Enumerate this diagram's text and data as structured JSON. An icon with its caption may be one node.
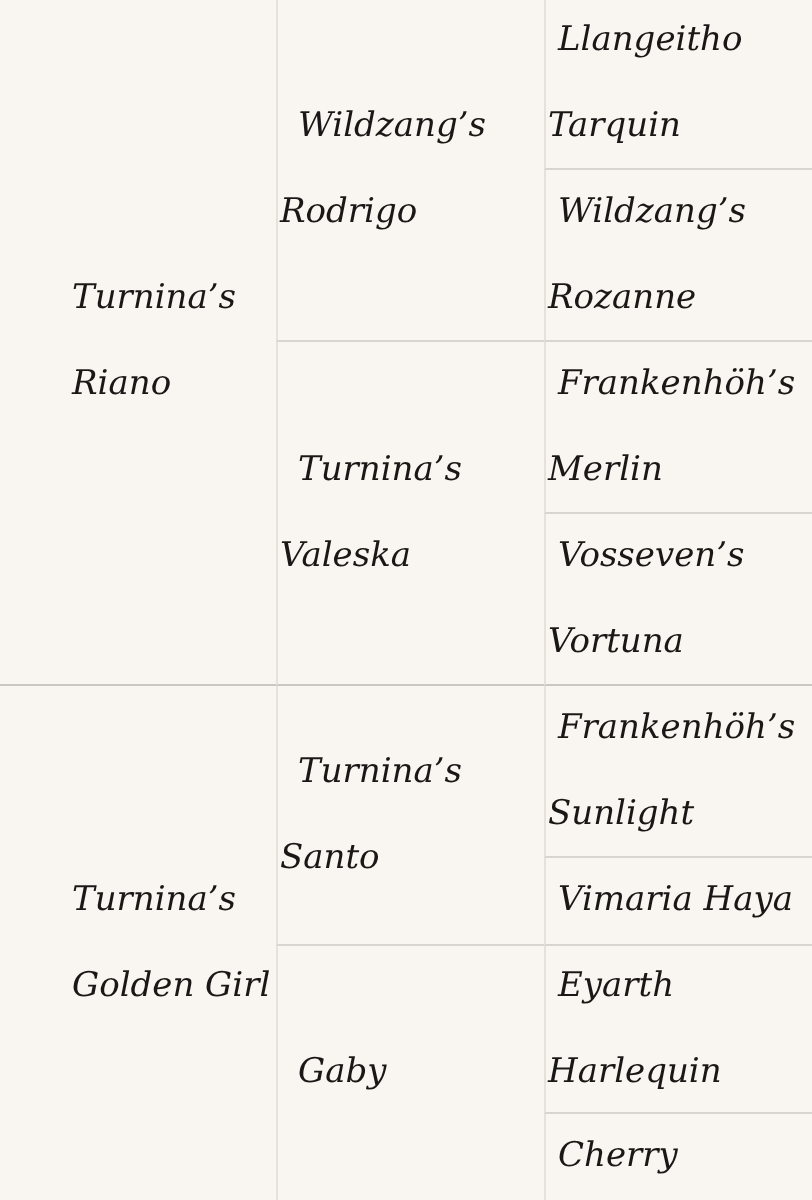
{
  "diagram": {
    "labels": [
      "Turnina’s Riano",
      "Wildzang’s Rodrigo",
      "Llangeitho Tarquin",
      "Wildzang’s Rozanne",
      "Turnina’s Valeska",
      "Frankenhöh’s Merlin",
      "Vosseven’s Vortuna",
      "Turnina’s Golden Girl",
      "Turnina’s Santo",
      "Frankenhöh’s Sunlight",
      "Vimaria Haya",
      "Gaby",
      "Eyarth Harlequin",
      "Cherry"
    ]
  }
}
